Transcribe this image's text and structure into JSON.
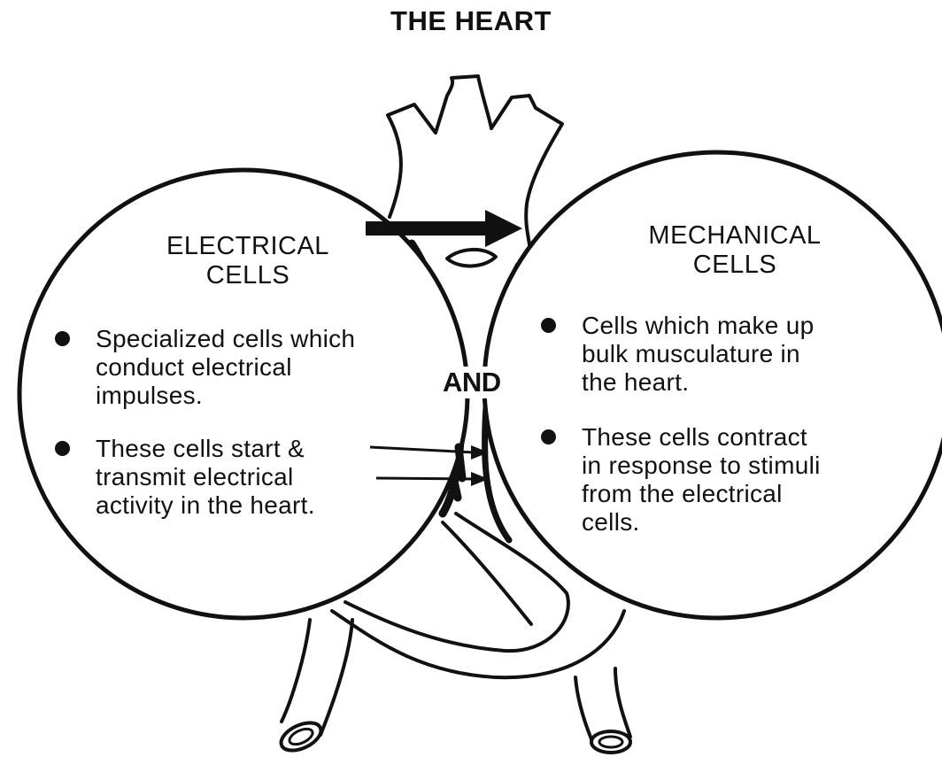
{
  "title": "THE HEART",
  "connector": "AND",
  "left_panel": {
    "heading_line1": "ELECTRICAL",
    "heading_line2": "CELLS",
    "bullets": [
      {
        "lines": [
          "Specialized cells which",
          "conduct electrical",
          "impulses."
        ]
      },
      {
        "lines": [
          "These cells start &",
          "transmit electrical",
          "activity in the heart."
        ]
      }
    ]
  },
  "right_panel": {
    "heading_line1": "MECHANICAL",
    "heading_line2": "CELLS",
    "bullets": [
      {
        "lines": [
          "Cells which make up",
          "bulk musculature in",
          "the heart."
        ]
      },
      {
        "lines": [
          "These cells contract",
          "in response to stimuli",
          "from the electrical",
          "cells."
        ]
      }
    ]
  },
  "colors": {
    "ink": "#111111",
    "paper": "#ffffff"
  }
}
